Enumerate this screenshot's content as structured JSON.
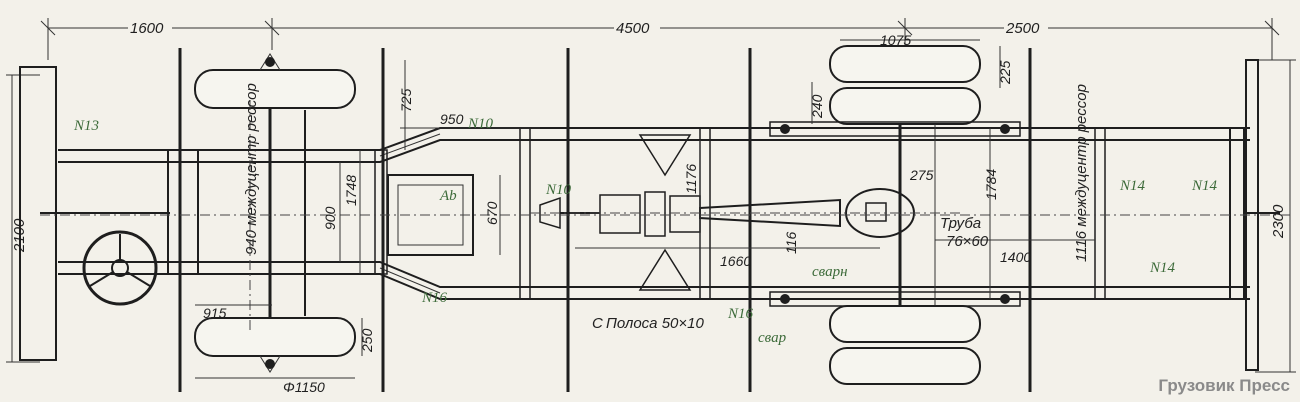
{
  "dimensions": {
    "front_overhang": "1600",
    "wheelbase": "4500",
    "rear_overhang": "2500",
    "track_rear_total": "1075",
    "front_width": "2100",
    "rear_width": "2300",
    "d725": "725",
    "d950": "950",
    "d900": "900",
    "d1748": "1748",
    "d670": "670",
    "d1176": "1176",
    "d1660": "1660",
    "d1784": "1784",
    "d1400": "1400",
    "d275": "275",
    "d225": "225",
    "d240": "240",
    "d250": "250",
    "d915": "915",
    "d116": "116",
    "wheel_diameter": "Φ1150"
  },
  "labels": {
    "front_spring": "940 междуцентр рессор",
    "rear_spring": "1116 междуцентр рессор",
    "tube": "Труба",
    "tube_size": "76×60",
    "strip": "Полоса 50×10",
    "strip_prefix": "С"
  },
  "pencil_marks": {
    "n13": "N13",
    "n10a": "N10",
    "n10b": "N10",
    "n16a": "N16",
    "n16b": "N16",
    "n14a": "N14",
    "n14b": "N14",
    "n14c": "N14",
    "ab": "Ab",
    "sv1": "сварн",
    "sv2": "свар"
  },
  "watermark": "Грузовик Пресс",
  "colors": {
    "ink": "#1e1e1e",
    "paper": "#f3f1ea",
    "pencil": "#3d6b3a"
  }
}
